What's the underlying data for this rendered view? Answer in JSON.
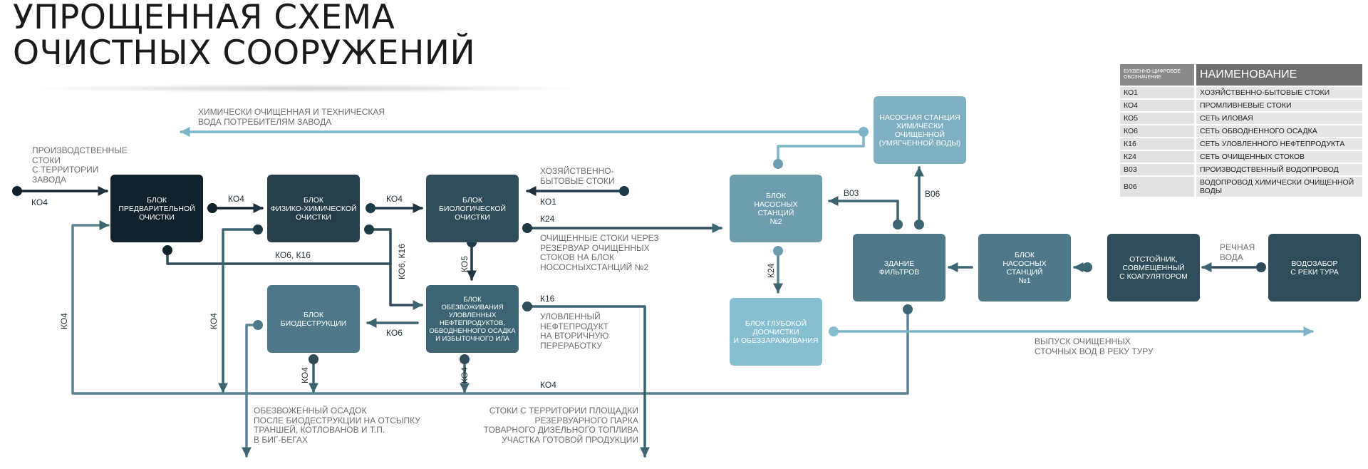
{
  "title": {
    "line1": "УПРОЩЕННАЯ СХЕМА",
    "line2": "ОЧИСТНЫХ СООРУЖЕНИЙ"
  },
  "blocks": {
    "pre": "БЛОК\nПРЕДВАРИТЕЛЬНОЙ\nОЧИСТКИ",
    "phys": "БЛОК\nФИЗИКО-ХИМИЧЕСКОЙ\nОЧИСТКИ",
    "bio": "БЛОК\nБИОЛОГИЧЕСКОЙ\nОЧИСТКИ",
    "biodes": "БЛОК\nБИОДЕСТРУКЦИИ",
    "dewater": "БЛОК\nОБЕЗВОЖИВАНИЯ\nУЛОВЛЕННЫХ\nНЕФТЕПРОДУКТОВ,\nОБВОДНЕННОГО ОСАДКА\nИ ИЗБЫТОЧНОГО ИЛА",
    "pump2": "БЛОК\nНАСОСНЫХ\nСТАНЦИЙ\n№2",
    "deep": "БЛОК ГЛУБОКОЙ\nДООЧИСТКИ\nИ ОБЕЗЗАРАЖИВАНИЯ",
    "chem": "НАСОСНАЯ СТАНЦИЯ\nХИМИЧЕСКИ\nОЧИЩЕННОЙ\n(УМЯГЧЕННОЙ ВОДЫ)",
    "filters": "ЗДАНИЕ\nФИЛЬТРОВ",
    "pump1": "БЛОК\nНАСОСНЫХ\nСТАНЦИЙ\n№1",
    "settler": "ОТСТОЙНИК,\nСОВМЕЩЕННЫЙ\nС КОАГУЛЯТОРОМ",
    "intake": "ВОДОЗАБОР\nС РЕКИ ТУРА"
  },
  "labels": {
    "chem_water": "ХИМИЧЕСКИ ОЧИЩЕННАЯ И ТЕХНИЧЕСКАЯ\nВОДА ПОТРЕБИТЕЛЯМ ЗАВОДА",
    "prod_runoff": "ПРОИЗВОДСТВЕННЫЕ\nСТОКИ\nС ТЕРРИТОРИИ\nЗАВОДА",
    "household": "ХОЗЯЙСТВЕННО-\nБЫТОВЫЕ СТОКИ",
    "treated": "ОЧИЩЕННЫЕ СТОКИ ЧЕРЕЗ\nРЕЗЕРВУАР ОЧИЩЕННЫХ\nСТОКОВ НА БЛОК\nНОСОСНЫХСТАНЦИЙ №2",
    "oil": "УЛОВЛЕННЫЙ\nНЕФТЕПРОДУКТ\nНА ВТОРИЧНУЮ\nПЕРЕРАБОТКУ",
    "sludge": "ОБЕЗВОЖЕННЫЙ ОСАДОК\nПОСЛЕ БИОДЕСТРУКЦИИ НА ОТСЫПКУ\nТРАНШЕЙ, КОТЛОВАНОВ И Т.П.\nВ БИГ-БЕГАХ",
    "site": "СТОКИ С ТЕРРИТОРИИ ПЛОЩАДКИ\nРЕЗЕРВУАРНОГО ПАРКА\nТОВАРНОГО ДИЗЕЛЬНОГО ТОПЛИВА\nУЧАСТКА ГОТОВОЙ ПРОДУКЦИИ",
    "river_water": "РЕЧНАЯ\nВОДА",
    "discharge": "ВЫПУСК ОЧИЩЕННЫХ\nСТОЧНЫХ ВОД В РЕКУ ТУРУ"
  },
  "codes": {
    "k04_in": "КО4",
    "k04_a": "КО4",
    "k04_b": "КО4",
    "k06_k16_row": "КО6, К16",
    "k06_k16_vert": "КО6, К16",
    "k01": "КО1",
    "k24": "К24",
    "k05": "КО5",
    "k06": "КО6",
    "k16": "К16",
    "k04_left": "КО4",
    "k04_mid": "КО4",
    "k04_biod": "КО4",
    "k04_dew": "КО4",
    "k04_bottom": "КО4",
    "k24_vert": "К24",
    "b03": "В03",
    "b06": "В06"
  },
  "legend": {
    "header_code": "БУКВЕННО-ЦИФРОВОЕ ОБОЗНАЧЕНИЕ",
    "header_name": "НАИМЕНОВАНИЕ",
    "rows": [
      {
        "code": "КО1",
        "name": "ХОЗЯЙСТВЕННО-БЫТОВЫЕ СТОКИ"
      },
      {
        "code": "КО4",
        "name": "ПРОМЛИВНЕВЫЕ СТОКИ"
      },
      {
        "code": "КО5",
        "name": "СЕТЬ ИЛОВАЯ"
      },
      {
        "code": "КО6",
        "name": "СЕТЬ ОБВОДНЕННОГО ОСАДКА"
      },
      {
        "code": "К16",
        "name": "СЕТЬ УЛОВЛЕННОГО НЕФТЕПРОДУКТА"
      },
      {
        "code": "К24",
        "name": "СЕТЬ ОЧИЩЕННЫХ СТОКОВ"
      },
      {
        "code": "В03",
        "name": "ПРОИЗВОДСТВЕННЫЙ ВОДОПРОВОД"
      },
      {
        "code": "В06",
        "name": "ВОДОПРОВОД ХИМИЧЕСКИ ОЧИЩЕННОЙ ВОДЫ"
      }
    ]
  },
  "colors": {
    "dark": "#10222b",
    "mid": "#2f4c5a",
    "steel": "#4f7888",
    "teal": "#6e9eae",
    "light": "#86bfd0",
    "line": "#3d6472",
    "light_line": "#7cb5c7"
  }
}
